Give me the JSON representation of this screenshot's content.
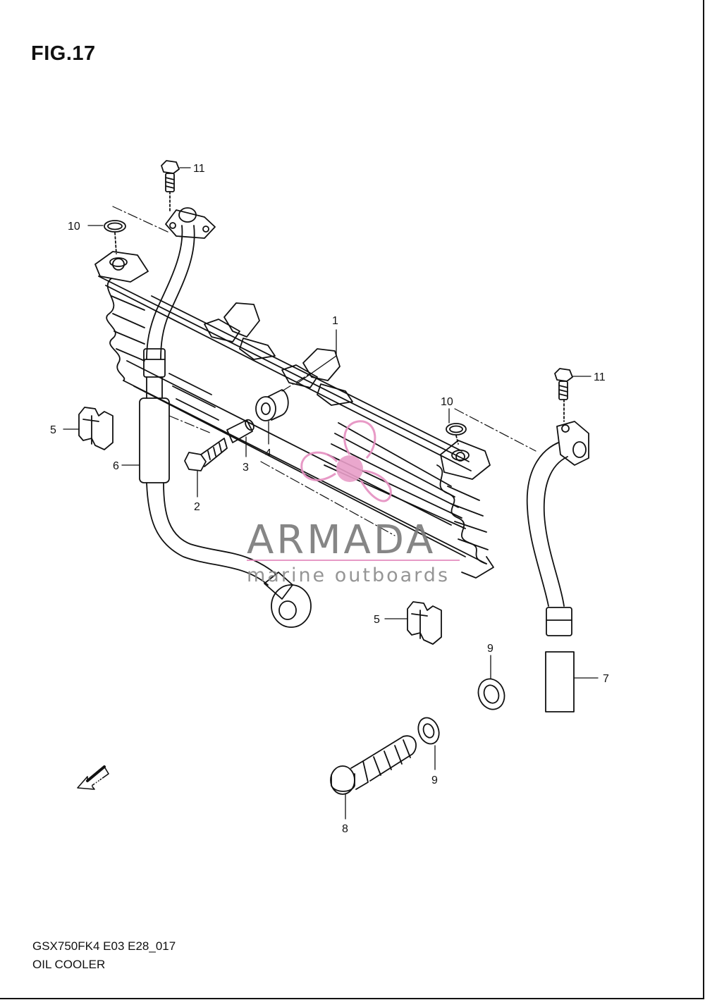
{
  "figure": {
    "title": "FIG.17"
  },
  "footer": {
    "model_code": "GSX750FK4 E03 E28_017",
    "section_name": "OIL COOLER"
  },
  "watermark": {
    "brand": "ARMADA",
    "tagline": "marine outboards",
    "accent_color": "#e58fc0",
    "text_color": "#7a7a7a"
  },
  "fwd_arrow": {
    "label": "FWD"
  },
  "callouts": {
    "c1": "1",
    "c2": "2",
    "c3": "3",
    "c4": "4",
    "c5a": "5",
    "c5b": "5",
    "c6": "6",
    "c7": "7",
    "c8": "8",
    "c9a": "9",
    "c9b": "9",
    "c10a": "10",
    "c10b": "10",
    "c11a": "11",
    "c11b": "11"
  },
  "colors": {
    "line": "#111111",
    "background": "#ffffff"
  }
}
